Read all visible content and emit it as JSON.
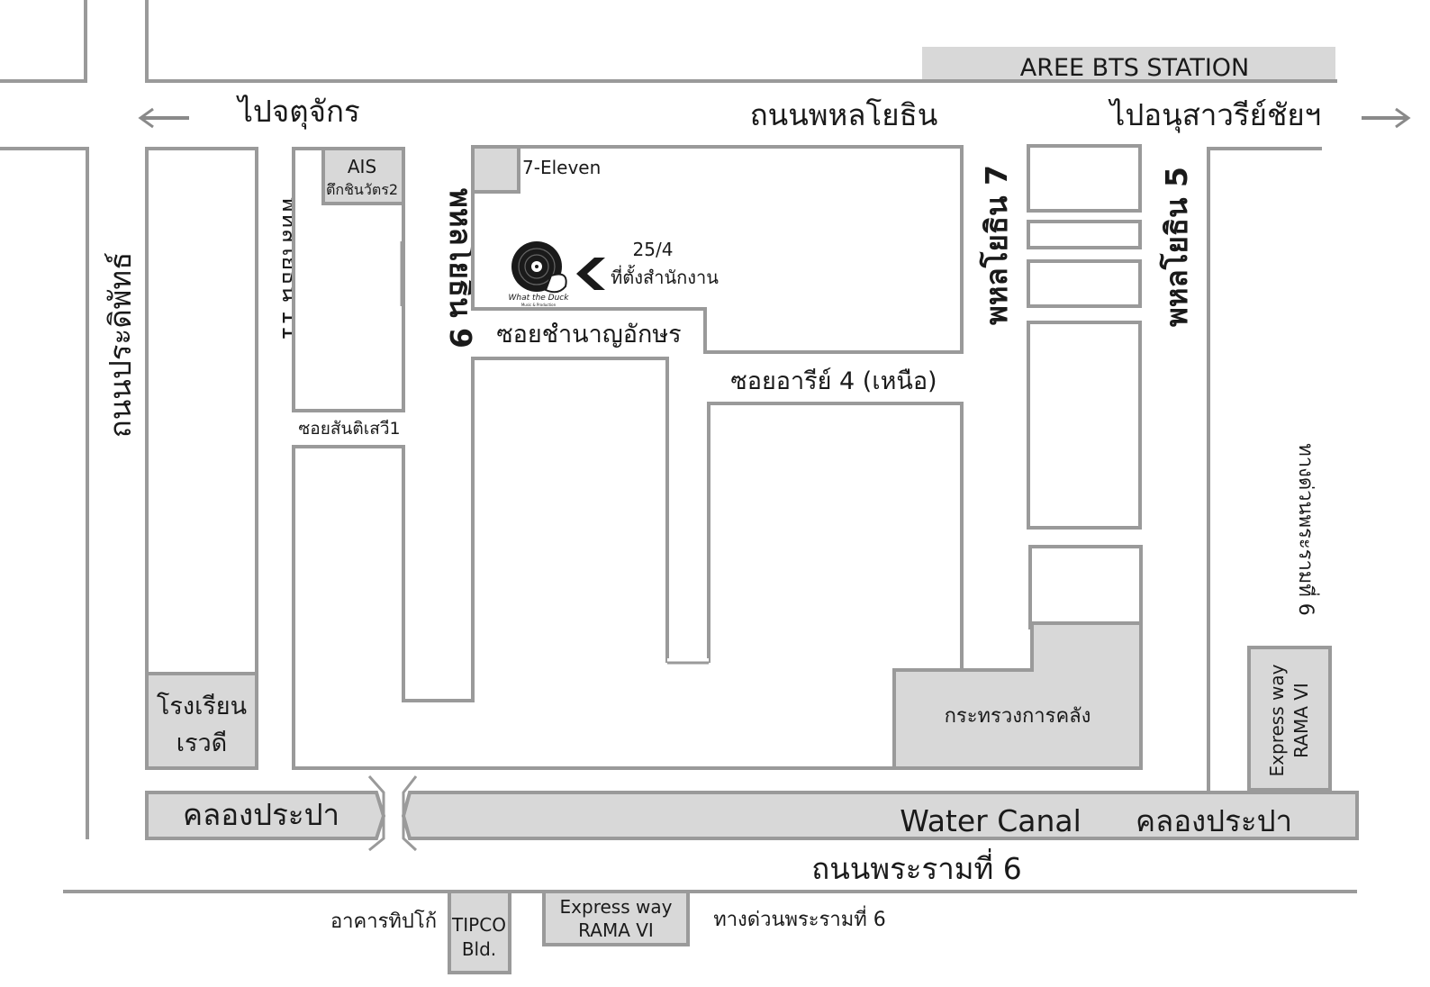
{
  "map": {
    "aree_bts_station": "AREE BTS STATION",
    "to_chatuchak": "ไปจตุจักร",
    "phahon_yothin_road": "ถนนพหลโยธิน",
    "to_victory_monument": "ไปอนุสาวรีย์ชัยฯ",
    "pradiphat_road": "ถนนประดิพัทธ์",
    "phahon_yothin_11": "พหลโยธิน 11",
    "phahon_yothin_9": "พหลโยธิน 9",
    "phahon_yothin_7": "พหลโยธิน 7",
    "phahon_yothin_5": "พหลโยธิน 5",
    "ais": "AIS",
    "shinawatra_2": "ตึกชินวัตร2",
    "seven_eleven": "7-Eleven",
    "address_number": "25/4",
    "office_location": "ที่ตั้งสำนักงาน",
    "logo_text": "What the Duck",
    "logo_subtext": "Music & Production",
    "soi_chamnan_akson": "ซอยชำนาญอักษร",
    "soi_aree_4_north": "ซอยอารีย์ 4 (เหนือ)",
    "soi_santisuk_1": "ซอยสันติเสวี1",
    "rama6_expressway_side": "ทางด่วนพระรามที่ 6",
    "expressway_line1": "Express way",
    "expressway_line2": "RAMA VI",
    "school_line1": "โรงเรียน",
    "school_line2": "เรวดี",
    "ministry_of_finance": "กระทรวงการคลัง",
    "khlong_prapa": "คลองประปา",
    "water_canal": "Water Canal",
    "rama6_road": "ถนนพระรามที่ 6",
    "tipco_thai": "อาคารทิปโก้",
    "tipco_line1": "TIPCO",
    "tipco_line2": "Bld.",
    "rama6_expressway_bottom": "ทางด่วนพระรามที่ 6"
  },
  "colors": {
    "road": "#9a9a9a",
    "building_fill": "#d8d8d8",
    "text": "#1a1a1a"
  }
}
